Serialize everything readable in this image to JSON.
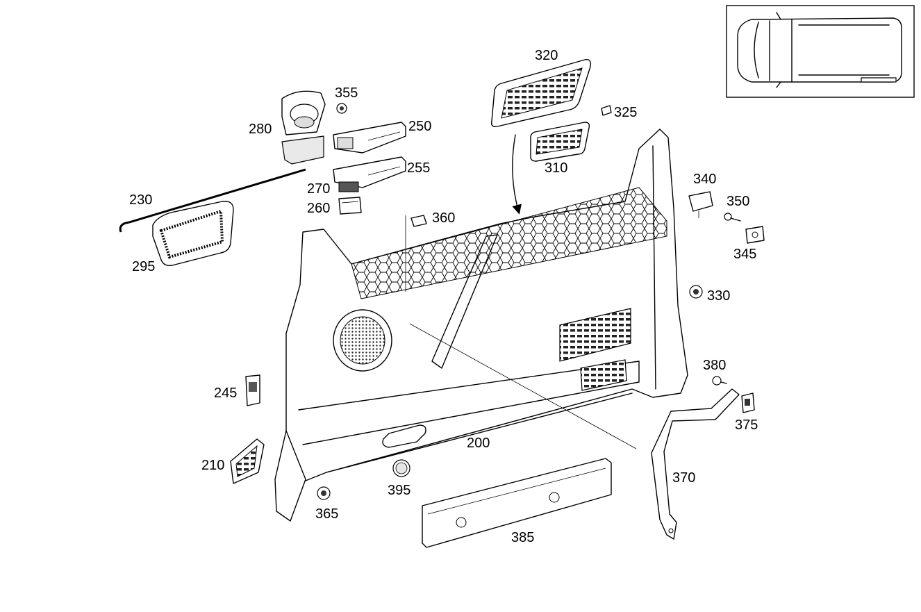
{
  "callouts": {
    "p200": "200",
    "p210": "210",
    "p230": "230",
    "p245": "245",
    "p250": "250",
    "p255": "255",
    "p260": "260",
    "p270": "270",
    "p280": "280",
    "p295": "295",
    "p310": "310",
    "p320": "320",
    "p325": "325",
    "p330": "330",
    "p340": "340",
    "p345": "345",
    "p350": "350",
    "p355": "355",
    "p360": "360",
    "p365": "365",
    "p370": "370",
    "p375": "375",
    "p380": "380",
    "p385": "385",
    "p395": "395"
  },
  "icons": {
    "locator": "vehicle-top-view-icon",
    "assembly_arrow": "arrow-down-icon"
  },
  "colors": {
    "line": "#000000",
    "background": "#ffffff",
    "shade": "#e9e9e9"
  }
}
